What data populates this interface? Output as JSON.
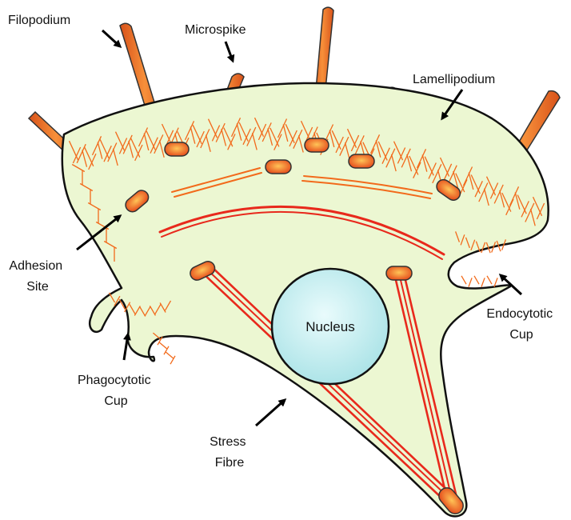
{
  "colors": {
    "cytoplasm": "#ecf7d2",
    "cell_outline": "#111111",
    "actin": "#f26a1b",
    "actin_light": "#ff9b3d",
    "stress_fibre": "#e8291c",
    "adhesion": "#e8551c",
    "adhesion_core": "#ffb347",
    "nucleus": "#c7eef0",
    "arrow": "#000000"
  },
  "labels": {
    "filopodium": "Filopodium",
    "microspike": "Microspike",
    "lamellipodium": "Lamellipodium",
    "adhesion_site": [
      "Adhesion",
      "Site"
    ],
    "endocytotic_cup": [
      "Endocytotic",
      "Cup"
    ],
    "phagocytotic_cup": [
      "Phagocytotic",
      "Cup"
    ],
    "stress_fibre": [
      "Stress",
      "Fibre"
    ],
    "nucleus": "Nucleus"
  }
}
